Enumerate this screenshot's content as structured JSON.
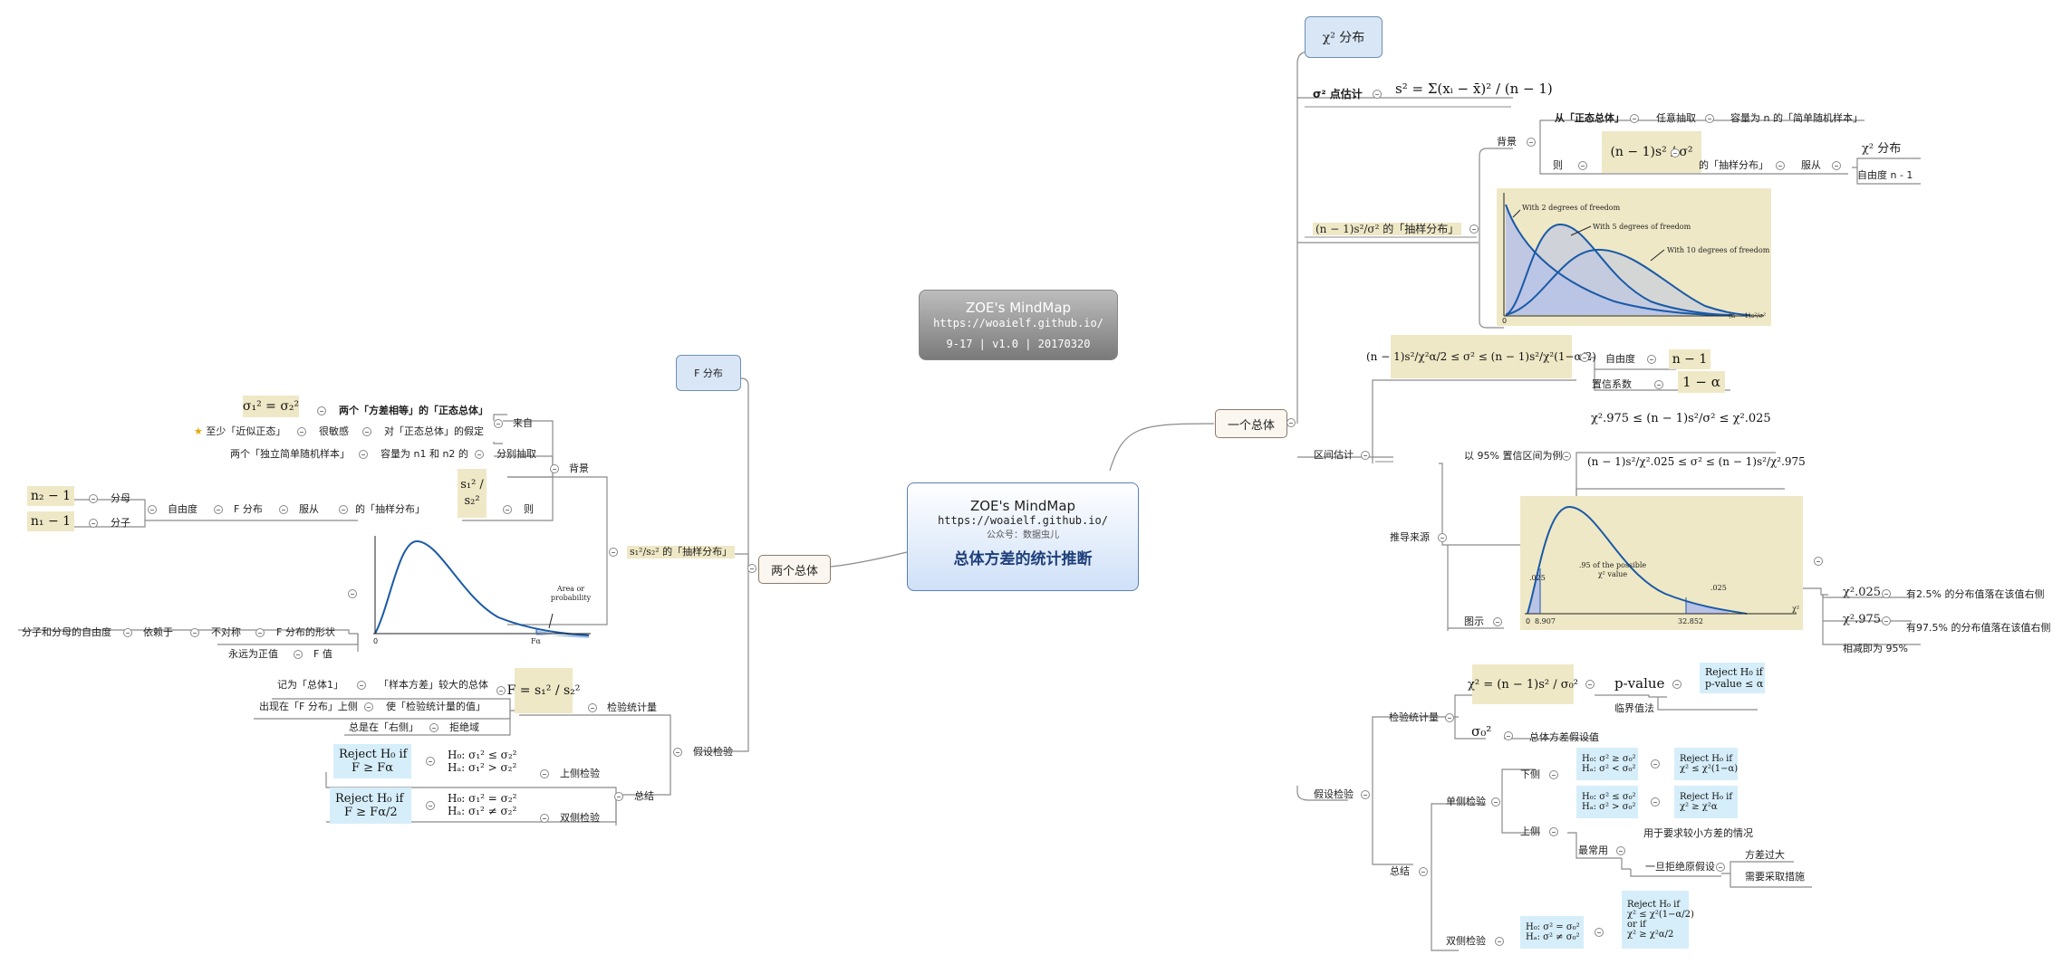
{
  "header": {
    "title": "ZOE's MindMap",
    "url": "https://woaielf.github.io/",
    "meta": "9-17 | v1.0 | 20170320"
  },
  "center": {
    "title": "ZOE's MindMap",
    "url": "https://woaielf.github.io/",
    "wechat": "公众号：数据虫儿",
    "main": "总体方差的统计推断"
  },
  "right": {
    "topic": "一个总体",
    "chi_tag": "χ² 分布",
    "sigma_est": {
      "label": "σ² 点估计",
      "formula": "s² = Σ(xᵢ − x̄)² / (n − 1)"
    },
    "sampling": {
      "label": "(n − 1)s²/σ² 的「抽样分布」",
      "bg_label": "背景",
      "bg_items": [
        "从「正态总体」",
        "任意抽取",
        "容量为 n 的「简单随机样本」"
      ],
      "then_label": "则",
      "formula": "(n − 1)s² / σ²",
      "dist_label": "的「抽样分布」",
      "follows": "服从",
      "chi": "χ² 分布",
      "df": "自由度 n - 1",
      "plot_labels": [
        "With 2 degrees of freedom",
        "With 5 degrees of freedom",
        "With 10 degrees of freedom"
      ],
      "plot_axis_zero": "0",
      "plot_axis_x": "(n − 1)s²/σ²"
    },
    "interval": {
      "label": "区间估计",
      "formula": "(n − 1)s²/χ²α/2 ≤ σ² ≤ (n − 1)s²/χ²(1−α/2)",
      "df_label": "自由度",
      "df_value": "n − 1",
      "conf_label": "置信系数",
      "conf_value": "1 − α",
      "example_label": "以 95% 置信区间为例",
      "f1": "χ².975 ≤ (n − 1)s²/σ² ≤ χ².025",
      "f2": "(n − 1)s²/χ².025 ≤ σ² ≤ (n − 1)s²/χ².975",
      "derive_label": "推导来源",
      "fig_label": "图示",
      "plot2": {
        "left_area": ".025",
        "right_area": ".025",
        "center": ".95 of the possible χ² value",
        "x0": "0",
        "xl": "8.907",
        "xr": "32.852",
        "axis": "χ²"
      },
      "chi025": "χ².025",
      "chi025_desc": "有2.5% 的分布值落在该值右侧",
      "chi975": "χ².975",
      "chi975_desc": "有97.5% 的分布值落在该值右侧",
      "minus": "相减即为 95%"
    },
    "test": {
      "label": "假设检验",
      "stat_label": "检验统计量",
      "stat_formula": "χ² = (n − 1)s² / σ₀²",
      "pvalue": "p-value",
      "reject_p": [
        "Reject H₀ if",
        "p-value ≤ α"
      ],
      "critical": "临界值法",
      "sigma0": "σ₀²",
      "sigma0_desc": "总体方差假设值",
      "summary": "总结",
      "one_tail": "单侧检验",
      "lower": "下侧",
      "lower_h": [
        "H₀: σ² ≥ σ₀²",
        "Hₐ: σ² < σ₀²"
      ],
      "lower_r": [
        "Reject H₀ if",
        "χ² ≤ χ²(1−α)"
      ],
      "upper": "上侧",
      "upper_h": [
        "H₀: σ² ≤ σ₀²",
        "Hₐ: σ² > σ₀²"
      ],
      "upper_r": [
        "Reject H₀ if",
        "χ² ≥ χ²α"
      ],
      "upper_use": "用于要求较小方差的情况",
      "common": "最常用",
      "reject_once": "一旦拒绝原假设",
      "too_big": "方差过大",
      "need_act": "需要采取措施",
      "two_tail": "双侧检验",
      "two_h": [
        "H₀: σ² = σ₀²",
        "Hₐ: σ² ≠ σ₀²"
      ],
      "two_r": [
        "Reject H₀ if",
        "χ² ≤ χ²(1−α/2)",
        "or if",
        "χ² ≥ χ²α/2"
      ]
    }
  },
  "left": {
    "topic": "两个总体",
    "f_tag": "F 分布",
    "sampling": {
      "label": "s₁²/s₂² 的「抽样分布」",
      "bg": "背景",
      "from": "来自",
      "eq": "σ₁² = σ₂²",
      "eq_desc": "两个「方差相等」的「正态总体」",
      "approx": "至少「近似正态」",
      "sensitive": "很敏感",
      "assume": "对「正态总体」的假定",
      "two_samples": "两个「独立简单随机样本」",
      "sizes": "容量为 n1 和 n2 的",
      "sep": "分别抽取",
      "then": "则",
      "ratio": "s₁² / s₂²",
      "dist_of": "的「抽样分布」",
      "follows": "服从",
      "fdist": "F 分布",
      "df": "自由度",
      "denom": "分母",
      "numer": "分子",
      "n2": "n₂ − 1",
      "n1": "n₁ − 1",
      "plot": {
        "area": "Area or probability",
        "zero": "0",
        "fa": "Fα"
      },
      "shape": "F 分布的形状",
      "asym": "不对称",
      "depends": "依赖于",
      "dfs": "分子和分母的自由度",
      "fval": "F 值",
      "positive": "永远为正值"
    },
    "test": {
      "label": "假设检验",
      "stat": "检验统计量",
      "formula": "F = s₁² / s₂²",
      "pop1": "记为「总体1」",
      "larger": "「样本方差」较大的总体",
      "upper_tail": "出现在「F 分布」上侧",
      "use_stat": "使「检验统计量的值」",
      "right": "总是在「右侧」",
      "reject_region": "拒绝域",
      "summary": "总结",
      "upper": "上侧检验",
      "upper_r": [
        "Reject H₀ if",
        "F ≥ Fα"
      ],
      "upper_h": [
        "H₀: σ₁² ≤ σ₂²",
        "Hₐ: σ₁² > σ₂²"
      ],
      "two": "双侧检验",
      "two_r": [
        "Reject H₀ if",
        "F ≥ Fα/2"
      ],
      "two_h": [
        "H₀: σ₁² = σ₂²",
        "Hₐ: σ₁² ≠ σ₂²"
      ]
    }
  }
}
